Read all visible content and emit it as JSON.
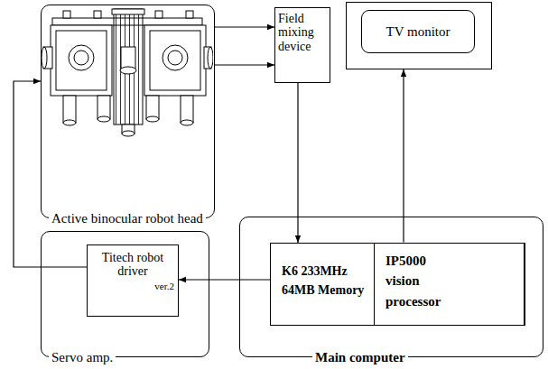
{
  "diagram": {
    "nodes": [
      {
        "text": [
          "Active binocular robot head"
        ]
      },
      {
        "text": [
          "Field mixing device"
        ]
      },
      {
        "text": [
          "TV monitor"
        ]
      },
      {
        "text": [
          "Main computer"
        ]
      },
      {
        "text": [
          "K6 233MHz 64MB Memory"
        ],
        "in": 3
      },
      {
        "text": [
          "IP5000 vision processor"
        ],
        "in": 4
      },
      {
        "text": [
          "Servo amp."
        ]
      },
      {
        "text": [
          "Titech robot driver",
          "ver.2"
        ],
        "in": 6
      }
    ],
    "edges": [
      {
        "from": 0,
        "to": 1,
        "arrow": "to"
      },
      {
        "from": 0,
        "to": 1,
        "arrow": "to"
      },
      {
        "from": 1,
        "to": 4,
        "arrow": "to"
      },
      {
        "from": 5,
        "to": 2,
        "arrow": "to"
      },
      {
        "from": 4,
        "to": 7,
        "arrow": "to"
      },
      {
        "from": 7,
        "to": 0,
        "arrow": "to"
      }
    ]
  }
}
